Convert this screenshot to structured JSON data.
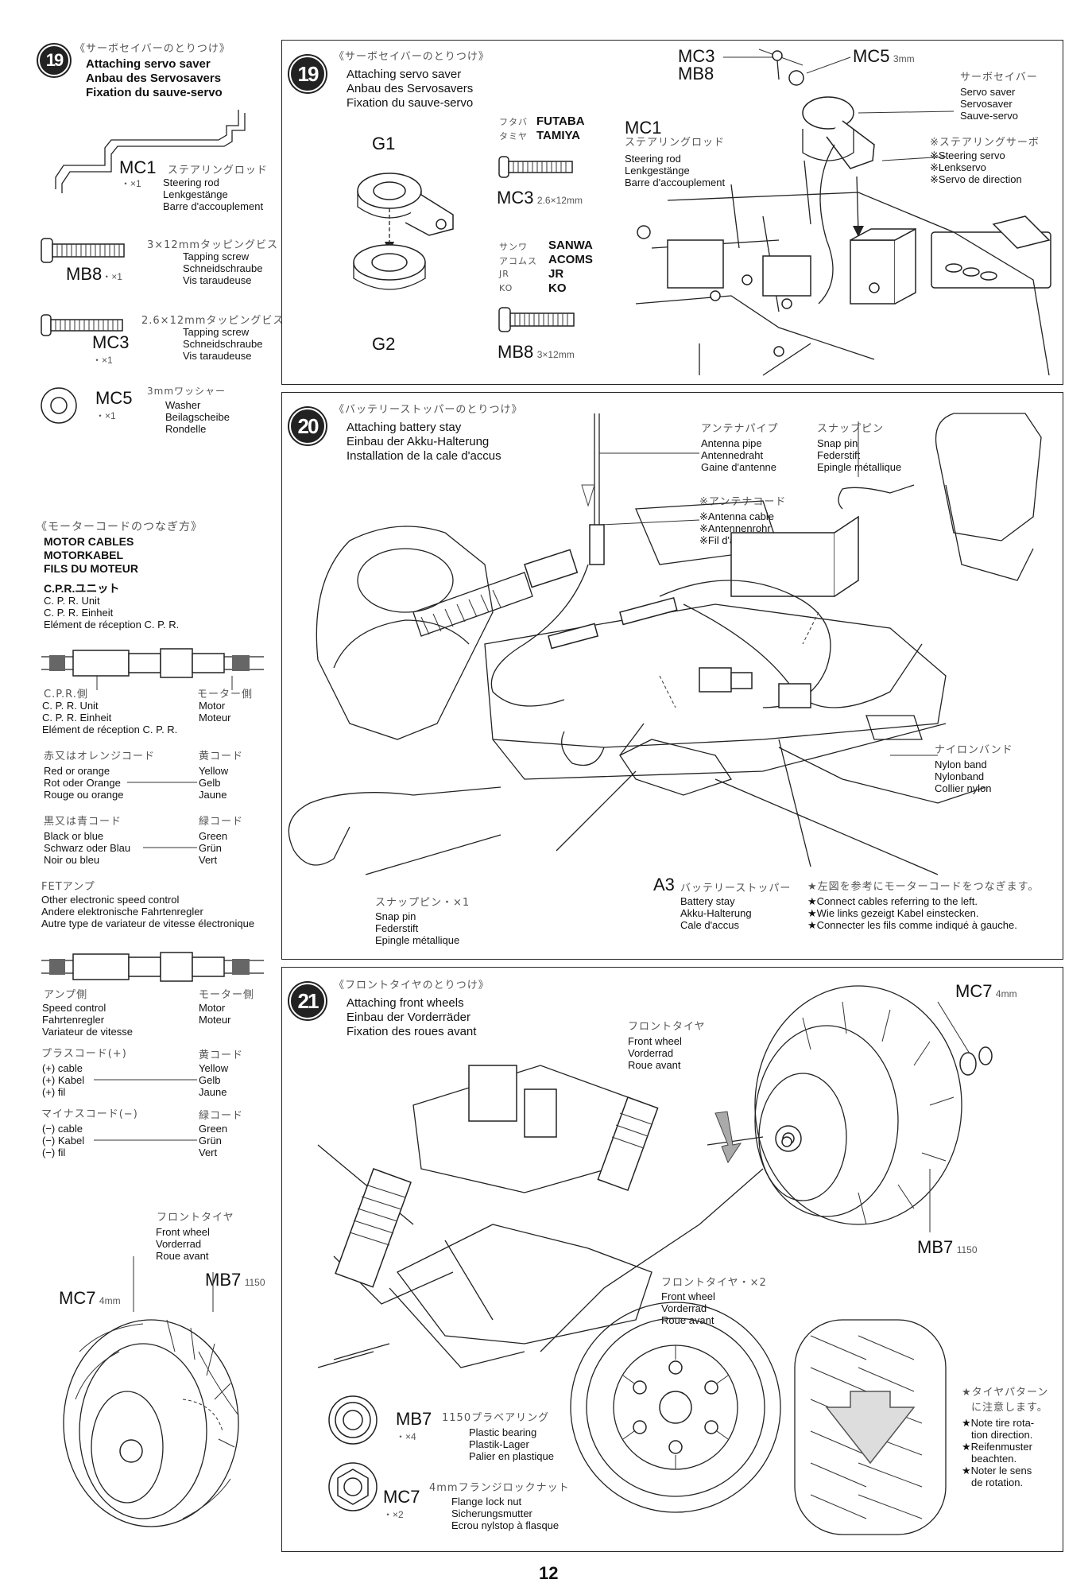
{
  "step19_side": {
    "num": "19",
    "jp": "《サーボセイバーのとりつけ》",
    "en": "Attaching servo saver",
    "de": "Anbau des Servosavers",
    "fr": "Fixation du sauve-servo",
    "mc1": {
      "code": "MC1",
      "qty": "・×1",
      "jp": "ステアリングロッド",
      "en": "Steering rod",
      "de": "Lenkgestänge",
      "fr": "Barre d'accouplement"
    },
    "mb8": {
      "code": "MB8",
      "qty": "・×1",
      "jp": "3×12mmタッピングビス",
      "en": "Tapping screw",
      "de": "Schneidschraube",
      "fr": "Vis taraudeuse"
    },
    "mc3": {
      "code": "MC3",
      "qty": "・×1",
      "jp": "2.6×12mmタッピングビス",
      "en": "Tapping screw",
      "de": "Schneidschraube",
      "fr": "Vis taraudeuse"
    },
    "mc5": {
      "code": "MC5",
      "qty": "・×1",
      "jp": "3mmワッシャー",
      "en": "Washer",
      "de": "Beilagscheibe",
      "fr": "Rondelle"
    }
  },
  "motor": {
    "jp": "《モーターコードのつなぎ方》",
    "en": "MOTOR CABLES",
    "de": "MOTORKABEL",
    "fr": "FILS DU MOTEUR",
    "cpr_jp": "C.P.R.ユニット",
    "cpr_en": "C. P. R. Unit",
    "cpr_de": "C. P. R. Einheit",
    "cpr_fr": "Elément de réception C. P. R.",
    "side_left_jp": "C.P.R.側",
    "side_left_en": "C. P. R. Unit",
    "side_left_de": "C. P. R. Einheit",
    "side_left_fr": "Elément de réception C. P. R.",
    "side_right_jp": "モーター側",
    "side_right_en": "Motor",
    "side_right_de": "Moteur",
    "red_jp": "赤又はオレンジコード",
    "red_en": "Red or orange",
    "red_de": "Rot oder Orange",
    "red_fr": "Rouge ou orange",
    "yellow_jp": "黄コード",
    "yellow_en": "Yellow",
    "yellow_de": "Gelb",
    "yellow_fr": "Jaune",
    "black_jp": "黒又は青コード",
    "black_en": "Black or blue",
    "black_de": "Schwarz oder Blau",
    "black_fr": "Noir ou bleu",
    "green_jp": "緑コード",
    "green_en": "Green",
    "green_de": "Grün",
    "green_fr": "Vert",
    "fet_jp": "FETアンプ",
    "fet_en": "Other electronic speed control",
    "fet_de": "Andere elektronische Fahrtenregler",
    "fet_fr": "Autre type de variateur de vitesse électronique",
    "amp_jp": "アンプ側",
    "amp_en": "Speed control",
    "amp_de": "Fahrtenregler",
    "amp_fr": "Variateur de vitesse",
    "motor2_jp": "モーター側",
    "motor2_en": "Motor",
    "motor2_de": "Moteur",
    "plus_jp": "プラスコード(+)",
    "plus_en": "(+) cable",
    "plus_de": "(+) Kabel",
    "plus_fr": "(+) fil",
    "plus_yellow_jp": "黄コード",
    "plus_yellow_en": "Yellow",
    "plus_yellow_de": "Gelb",
    "plus_yellow_fr": "Jaune",
    "minus_jp": "マイナスコード(−)",
    "minus_en": "(−) cable",
    "minus_de": "(−) Kabel",
    "minus_fr": "(−) fil",
    "minus_green_jp": "緑コード",
    "minus_green_en": "Green",
    "minus_green_de": "Grün",
    "minus_green_fr": "Vert"
  },
  "left_wheel": {
    "jp": "フロントタイヤ",
    "en": "Front wheel",
    "de": "Vorderrad",
    "fr": "Roue avant",
    "mb7": "MB7",
    "mb7_note": "1150",
    "mc7": "MC7",
    "mc7_note": "4mm"
  },
  "step19": {
    "num": "19",
    "jp": "《サーボセイバーのとりつけ》",
    "en": "Attaching servo saver",
    "de": "Anbau des Servosavers",
    "fr": "Fixation du sauve-servo",
    "g1": "G1",
    "g2": "G2",
    "futaba_jp": "フタバ",
    "futaba": "FUTABA",
    "tamiya_jp": "タミヤ",
    "tamiya": "TAMIYA",
    "mc3": "MC3",
    "mc3_size": "2.6×12mm",
    "sanwa_jp": "サンワ",
    "sanwa": "SANWA",
    "acoms_jp": "アコムス",
    "acoms": "ACOMS",
    "jr_jp": "JR",
    "jr": "JR",
    "ko_jp": "KO",
    "ko": "KO",
    "mb8": "MB8",
    "mb8_size": "3×12mm",
    "mc1": "MC1",
    "mc1_jp": "ステアリングロッド",
    "mc1_en": "Steering rod",
    "mc1_de": "Lenkgestänge",
    "mc1_fr": "Barre d'accouplement",
    "top_mc3": "MC3",
    "top_mb8": "MB8",
    "top_mc5": "MC5",
    "top_mc5_size": "3mm",
    "saver_jp": "サーボセイバー",
    "saver_en": "Servo saver",
    "saver_de": "Servosaver",
    "saver_fr": "Sauve-servo",
    "servo_jp": "※ステアリングサーボ",
    "servo_en": "※Steering servo",
    "servo_de": "※Lenkservo",
    "servo_fr": "※Servo de direction"
  },
  "step20": {
    "num": "20",
    "jp": "《バッテリーストッパーのとりつけ》",
    "en": "Attaching battery stay",
    "de": "Einbau der Akku-Halterung",
    "fr": "Installation de la cale d'accus",
    "antenna_pipe_jp": "アンテナパイプ",
    "antenna_pipe_en": "Antenna pipe",
    "antenna_pipe_de": "Antennedraht",
    "antenna_pipe_fr": "Gaine d'antenne",
    "snap_jp": "スナップピン",
    "snap_en": "Snap pin",
    "snap_de": "Federstift",
    "snap_fr": "Epingle métallique",
    "cable_jp": "※アンテナコード",
    "cable_en": "※Antenna cable",
    "cable_de": "※Antennenrohr",
    "cable_fr": "※Fil d'antenne",
    "nylon_jp": "ナイロンバンド",
    "nylon_en": "Nylon band",
    "nylon_de": "Nylonband",
    "nylon_fr": "Collier nylon",
    "snap2_jp": "スナップピン・×1",
    "snap2_en": "Snap pin",
    "snap2_de": "Federstift",
    "snap2_fr": "Epingle métallique",
    "a3": "A3",
    "a3_jp": "バッテリーストッパー",
    "a3_en": "Battery stay",
    "a3_de": "Akku-Halterung",
    "a3_fr": "Cale d'accus",
    "note_jp": "★左図を参考にモーターコードをつなぎます。",
    "note_en": "★Connect cables referring to the left.",
    "note_de": "★Wie links gezeigt Kabel einstecken.",
    "note_fr": "★Connecter les fils comme indiqué à gauche."
  },
  "step21": {
    "num": "21",
    "jp": "《フロントタイヤのとりつけ》",
    "en": "Attaching front wheels",
    "de": "Einbau der Vorderräder",
    "fr": "Fixation des roues avant",
    "wheel_jp": "フロントタイヤ",
    "wheel_en": "Front wheel",
    "wheel_de": "Vorderrad",
    "wheel_fr": "Roue avant",
    "mc7": "MC7",
    "mc7_size": "4mm",
    "mb7": "MB7",
    "mb7_note": "1150",
    "wheel2_jp": "フロントタイヤ・×2",
    "wheel2_en": "Front wheel",
    "wheel2_de": "Vorderrad",
    "wheel2_fr": "Roue avant",
    "part_mb7": "MB7",
    "part_mb7_qty": "・×4",
    "part_mb7_jp": "1150プラベアリング",
    "part_mb7_en": "Plastic bearing",
    "part_mb7_de": "Plastik-Lager",
    "part_mb7_fr": "Palier en plastique",
    "part_mc7": "MC7",
    "part_mc7_qty": "・×2",
    "part_mc7_jp": "4mmフランジロックナット",
    "part_mc7_en": "Flange lock nut",
    "part_mc7_de": "Sicherungsmutter",
    "part_mc7_fr": "Ecrou nylstop à flasque",
    "tread_jp1": "★タイヤパターン",
    "tread_jp2": "に注意します。",
    "tread_en1": "★Note tire rota-",
    "tread_en2": "tion direction.",
    "tread_de1": "★Reifenmuster",
    "tread_de2": "beachten.",
    "tread_fr1": "★Noter le sens",
    "tread_fr2": "de rotation."
  },
  "page_number": "12"
}
